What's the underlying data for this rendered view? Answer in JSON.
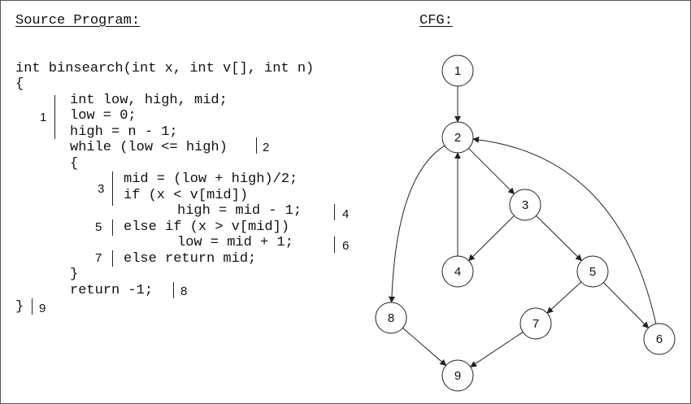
{
  "headings": {
    "source": "Source Program:",
    "cfg": "CFG:"
  },
  "code": [
    "int binsearch(int x, int v[], int n)",
    "{",
    "int low, high, mid;",
    "low = 0;",
    "high = n - 1;",
    "while (low <= high)",
    "{",
    "mid = (low + high)/2;",
    "if (x < v[mid])",
    "high = mid - 1;",
    "else if (x > v[mid])",
    "low = mid + 1;",
    "else return mid;",
    "}",
    "return -1;",
    "}"
  ],
  "block_markers": [
    "1",
    "2",
    "3",
    "4",
    "5",
    "6",
    "7",
    "8",
    "9"
  ],
  "cfg": {
    "nodes": [
      "1",
      "2",
      "3",
      "4",
      "5",
      "6",
      "7",
      "8",
      "9"
    ],
    "edges": [
      {
        "from": "1",
        "to": "2"
      },
      {
        "from": "2",
        "to": "3"
      },
      {
        "from": "3",
        "to": "4"
      },
      {
        "from": "4",
        "to": "2"
      },
      {
        "from": "3",
        "to": "5"
      },
      {
        "from": "5",
        "to": "7"
      },
      {
        "from": "5",
        "to": "6"
      },
      {
        "from": "6",
        "to": "2"
      },
      {
        "from": "2",
        "to": "8"
      },
      {
        "from": "8",
        "to": "9"
      },
      {
        "from": "7",
        "to": "9"
      }
    ],
    "stroke_color": "#222222",
    "node_fill": "#ffffff"
  }
}
